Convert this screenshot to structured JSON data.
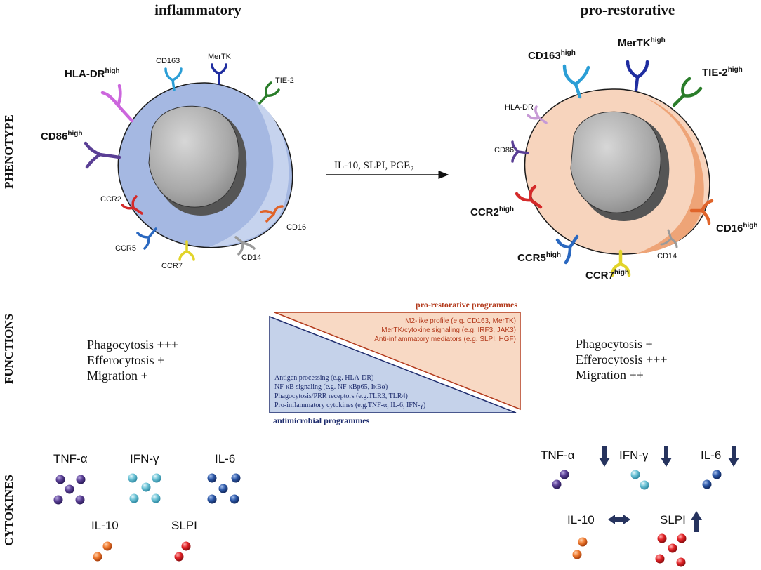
{
  "headers": {
    "left": "inflammatory",
    "right": "pro-restorative"
  },
  "row_labels": {
    "phenotype": "PHENOTYPE",
    "functions": "FUNCTIONS",
    "cytokines": "CYTOKINES"
  },
  "arrow_label": {
    "base": "IL-10, SLPI, PGE",
    "sub": "2"
  },
  "left_cell": {
    "receptors": {
      "hla_dr": {
        "name": "HLA-DR",
        "sup": "high"
      },
      "cd86": {
        "name": "CD86",
        "sup": "high"
      },
      "cd163": "CD163",
      "mertk": "MerTK",
      "tie2": "TIE-2",
      "ccr2": "CCR2",
      "ccr5": "CCR5",
      "ccr7": "CCR7",
      "cd14": "CD14",
      "cd16": "CD16"
    },
    "colors": {
      "cytoplasm": "#a5b8e2",
      "rim": "#c6d3ee"
    }
  },
  "right_cell": {
    "receptors": {
      "cd163": {
        "name": "CD163",
        "sup": "high"
      },
      "mertk": {
        "name": "MerTK",
        "sup": "high"
      },
      "tie2": {
        "name": "TIE-2",
        "sup": "high"
      },
      "hla_dr": "HLA-DR",
      "cd86": "CD86",
      "ccr2": {
        "name": "CCR2",
        "sup": "high"
      },
      "ccr5": {
        "name": "CCR5",
        "sup": "high"
      },
      "ccr7": {
        "name": "CCR7",
        "sup": "high"
      },
      "cd16": {
        "name": "CD16",
        "sup": "high"
      },
      "cd14": "CD14"
    },
    "colors": {
      "cytoplasm": "#f7d4bd",
      "rim": "#eea477"
    }
  },
  "functions": {
    "left": [
      "Phagocytosis +++",
      "Efferocytosis +",
      "Migration +"
    ],
    "right": [
      "Phagocytosis +",
      "Efferocytosis +++",
      "Migration ++"
    ]
  },
  "programmes": {
    "restorative_title": "pro-restorative programmes",
    "restorative_items": [
      "M2-like profile (e.g. CD163, MerTK)",
      "MerTK/cytokine signaling (e.g. IRF3, JAK3)",
      "Anti-inflammatory mediators (e.g. SLPI, HGF)"
    ],
    "antimicrobial_title": "antimicrobial programmes",
    "antimicrobial_items": [
      "Antigen processing (e.g. HLA-DR)",
      "NF-κB signaling (e.g. NF-κBp65, IκBα)",
      "Phagocytosis/PRR receptors (e.g.TLR3, TLR4)",
      "Pro-inflammatory cytokines (e.g.TNF-α, IL-6, IFN-γ)"
    ],
    "colors": {
      "restorative": "#f8d9c4",
      "restorative_border": "#b33a1c",
      "antimicrobial": "#c5d2ea",
      "antimicrobial_border": "#1f2d6e"
    }
  },
  "cytokines": {
    "left": {
      "tnf": "TNF-α",
      "ifn": "IFN-γ",
      "il6": "IL-6",
      "il10": "IL-10",
      "slpi": "SLPI"
    },
    "right": {
      "tnf": "TNF-α",
      "ifn": "IFN-γ",
      "il6": "IL-6",
      "il10": "IL-10",
      "slpi": "SLPI"
    },
    "changes": {
      "tnf": "down",
      "ifn": "down",
      "il6": "down",
      "il10": "unchanged",
      "slpi": "up"
    },
    "colors": {
      "tnf": "#5a3f95",
      "ifn": "#6cc3d6",
      "il6": "#2c58a8",
      "il10": "#ef7a2f",
      "slpi": "#e22327"
    }
  }
}
